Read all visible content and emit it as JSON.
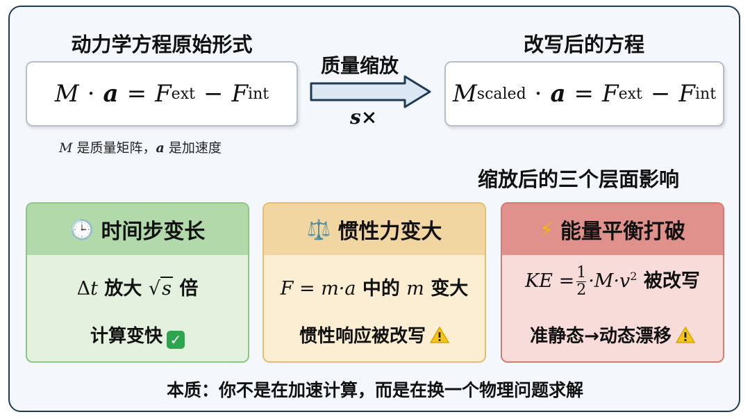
{
  "left": {
    "heading": "动力学方程原始形式",
    "eq": {
      "M": "M",
      "dot": "·",
      "a": "a",
      "eq": "=",
      "F1": "F",
      "sub1": "ext",
      "minus": "−",
      "F2": "F",
      "sub2": "int"
    },
    "note": {
      "M": "M",
      "t1": " 是质量矩阵，",
      "a": "a",
      "t2": " 是加速度"
    }
  },
  "arrow": {
    "label": "质量缩放",
    "factor": "s×"
  },
  "right": {
    "heading": "改写后的方程",
    "eq": {
      "M": "M",
      "sub0": "scaled",
      "dot": "·",
      "a": "a",
      "eq": "=",
      "F1": "F",
      "sub1": "ext",
      "minus": "−",
      "F2": "F",
      "sub2": "int"
    }
  },
  "section_title": "缩放后的三个层面影响",
  "cards": [
    {
      "icon": "🕒",
      "title": "时间步变长",
      "line1": {
        "delta": "Δ",
        "t": "t",
        "text": " 放大 ",
        "sqrt": "√",
        "s": "s",
        "tail": " 倍"
      },
      "line2": "计算变快",
      "badge": "✓",
      "color": "#b2d9a9"
    },
    {
      "icon": "⚖️",
      "title": "惯性力变大",
      "line1": {
        "formula": "F = m·a",
        "text": " 中的 ",
        "m": "m",
        "tail": " 变大"
      },
      "line2": "惯性响应被改写",
      "badge": "⚠",
      "color": "#f2d6a1"
    },
    {
      "icon": "⚡",
      "title": "能量平衡打破",
      "line1": {
        "lhs": "KE =",
        "num": "1",
        "den": "2",
        "rhs": "·M·v",
        "exp": "2",
        "tail": " 被改写"
      },
      "line2": "准静态→动态漂移",
      "badge": "⚠",
      "color": "#e0918c"
    }
  ],
  "footer": "本质：你不是在加速计算，而是在换一个物理问题求解"
}
